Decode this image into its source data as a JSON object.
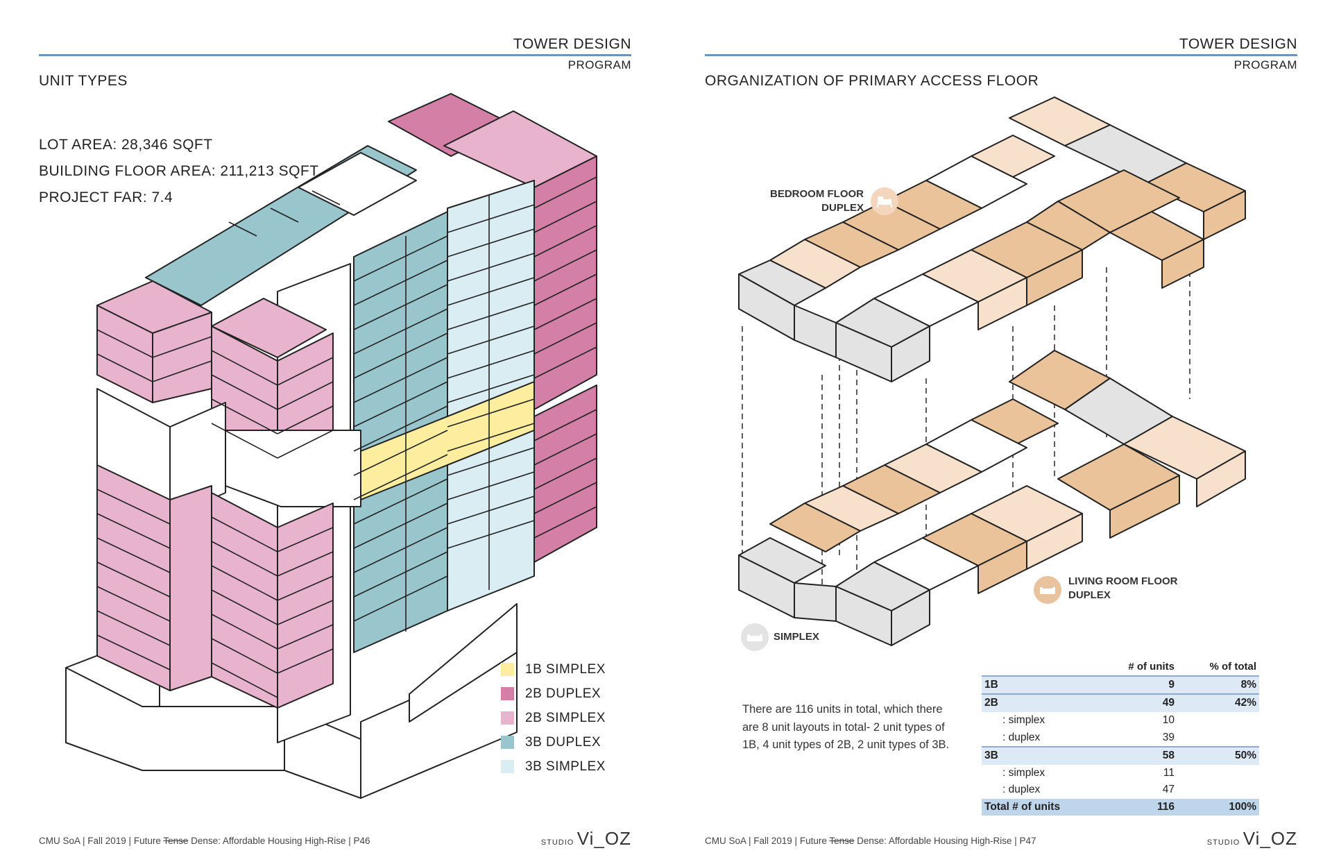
{
  "left_page": {
    "header_title": "TOWER DESIGN",
    "header_sub": "PROGRAM",
    "section_title": "UNIT TYPES",
    "stats": [
      {
        "label": "LOT AREA",
        "value": "28,346 SQFT"
      },
      {
        "label": "BUILDING FLOOR AREA",
        "value": "211,213 SQFT"
      },
      {
        "label": "PROJECT FAR",
        "value": "7.4"
      }
    ],
    "legend": [
      {
        "label": "1B SIMPLEX",
        "color": "#fcee9e"
      },
      {
        "label": "2B DUPLEX",
        "color": "#d47fa6"
      },
      {
        "label": "2B SIMPLEX",
        "color": "#e8b3cc"
      },
      {
        "label": "3B DUPLEX",
        "color": "#98c6cc"
      },
      {
        "label": "3B SIMPLEX",
        "color": "#d9edf2"
      }
    ],
    "footer": {
      "pre": "CMU SoA | Fall 2019 | Future ",
      "strike": "Tense",
      "post": " Dense: Affordable Housing High-Rise | P46"
    },
    "studio_small": "STUDIO",
    "studio_big": "Vi_OZ"
  },
  "right_page": {
    "header_title": "TOWER DESIGN",
    "header_sub": "PROGRAM",
    "section_title": "ORGANIZATION OF PRIMARY ACCESS FLOOR",
    "callouts": {
      "bedroom": {
        "line1": "BEDROOM FLOOR",
        "line2": "DUPLEX",
        "icon": "bed-icon"
      },
      "living": {
        "line1": "LIVING ROOM FLOOR",
        "line2": "DUPLEX",
        "icon": "sofa-icon"
      },
      "simplex": {
        "line1": "SIMPLEX",
        "icon": "sofa-icon"
      }
    },
    "description": "There are 116 units in total, which there are 8 unit layouts in total- 2 unit types of 1B, 4 unit types of 2B, 2 unit types of 3B.",
    "table": {
      "headers": [
        "",
        "# of units",
        "% of total"
      ],
      "rows": [
        {
          "label": "1B",
          "units": "9",
          "pct": "8%",
          "kind": "cat"
        },
        {
          "label": "2B",
          "units": "49",
          "pct": "42%",
          "kind": "cat"
        },
        {
          "label": ": simplex",
          "units": "10",
          "pct": "",
          "kind": "sub"
        },
        {
          "label": ": duplex",
          "units": "39",
          "pct": "",
          "kind": "sub"
        },
        {
          "label": "3B",
          "units": "58",
          "pct": "50%",
          "kind": "cat"
        },
        {
          "label": ": simplex",
          "units": "11",
          "pct": "",
          "kind": "sub"
        },
        {
          "label": ": duplex",
          "units": "47",
          "pct": "",
          "kind": "sub"
        },
        {
          "label": "Total # of units",
          "units": "116",
          "pct": "100%",
          "kind": "total"
        }
      ]
    },
    "footer": {
      "pre": "CMU SoA | Fall 2019 | Future ",
      "strike": "Tense",
      "post": " Dense: Affordable Housing High-Rise | P47"
    },
    "studio_small": "STUDIO",
    "studio_big": "Vi_OZ",
    "colors": {
      "light_peach": "#f7e1cc",
      "peach": "#ebc39a",
      "grey": "#e3e3e3"
    }
  }
}
